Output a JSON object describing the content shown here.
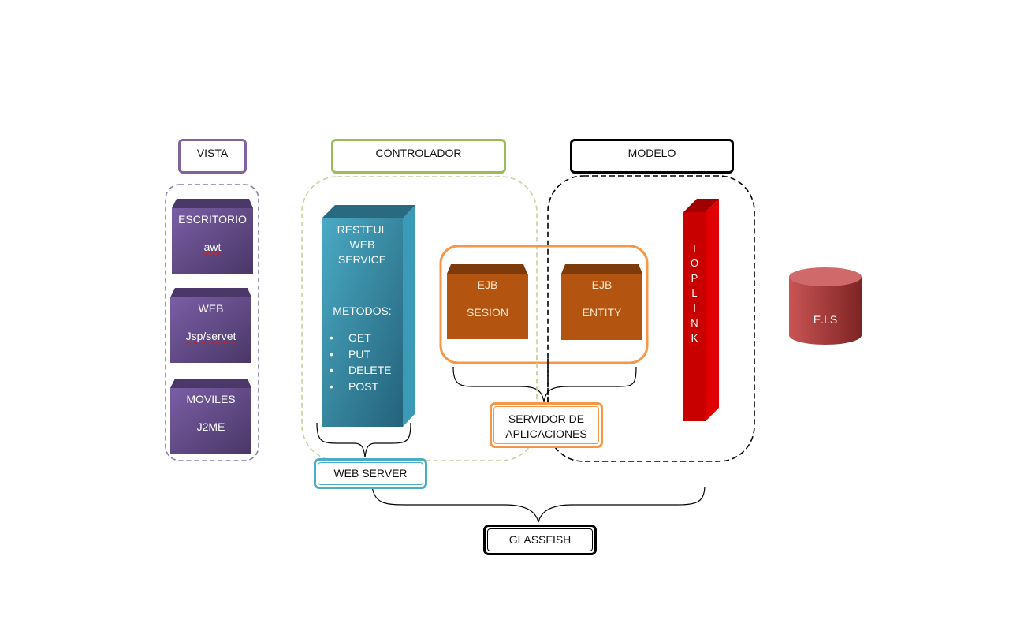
{
  "headers": {
    "vista": "VISTA",
    "controlador": "CONTROLADOR",
    "modelo": "MODELO"
  },
  "vista_boxes": [
    {
      "title": "ESCRITORIO",
      "subtitle": "awt"
    },
    {
      "title": "WEB",
      "subtitle": "Jsp/servet"
    },
    {
      "title": "MOVILES",
      "subtitle": "J2ME"
    }
  ],
  "restful": {
    "title_lines": [
      "RESTFUL",
      "WEB",
      "SERVICE"
    ],
    "methods_label": "METODOS:",
    "methods": [
      "GET",
      "PUT",
      "DELETE",
      "POST"
    ]
  },
  "ejb": [
    {
      "title": "EJB",
      "subtitle": "SESION"
    },
    {
      "title": "EJB",
      "subtitle": "ENTITY"
    }
  ],
  "toplink": {
    "letters": [
      "T",
      "O",
      "P",
      "L",
      "I",
      "N",
      "K"
    ]
  },
  "eis": {
    "label": "E.I.S"
  },
  "servers": {
    "app_server_line1": "SERVIDOR DE",
    "app_server_line2": "APLICACIONES",
    "web_server": "WEB SERVER",
    "glassfish": "GLASSFISH"
  },
  "colors": {
    "vista": "#8064a2",
    "controlador": "#9bbb59",
    "modelo": "#000000",
    "restful": "#31849b",
    "ejb": "#b35410",
    "app_server": "#f79646",
    "web_server": "#4bacc6",
    "toplink": "#cc0000",
    "eis": "#b84848"
  }
}
